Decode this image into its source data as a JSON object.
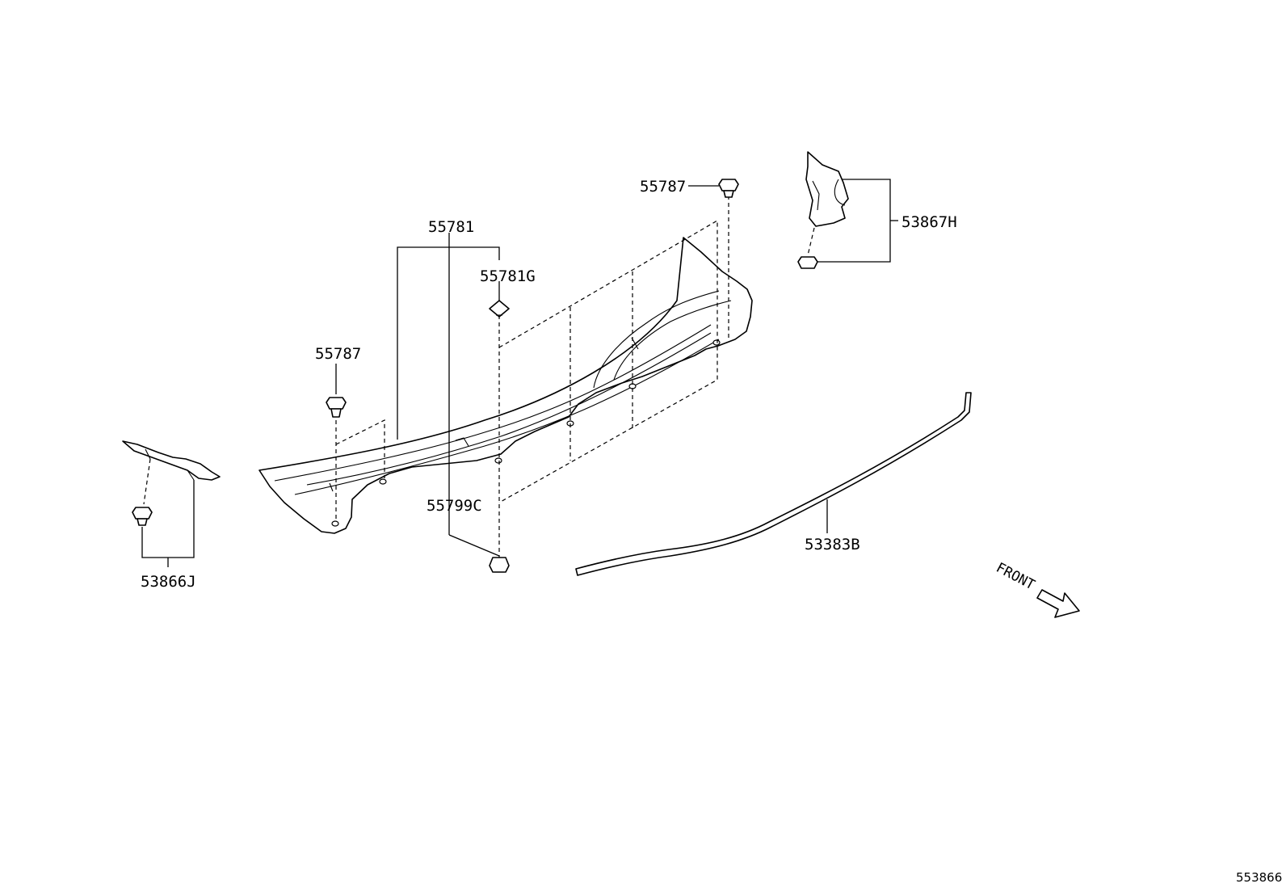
{
  "labels": {
    "p_55781": "55781",
    "p_55781g": "55781G",
    "p_55787_left": "55787",
    "p_55787_right": "55787",
    "p_55799c": "55799C",
    "p_53867h": "53867H",
    "p_53866j": "53866J",
    "p_53383b": "53383B"
  },
  "direction": {
    "front_label": "FRONT"
  },
  "reference_number": "553866"
}
